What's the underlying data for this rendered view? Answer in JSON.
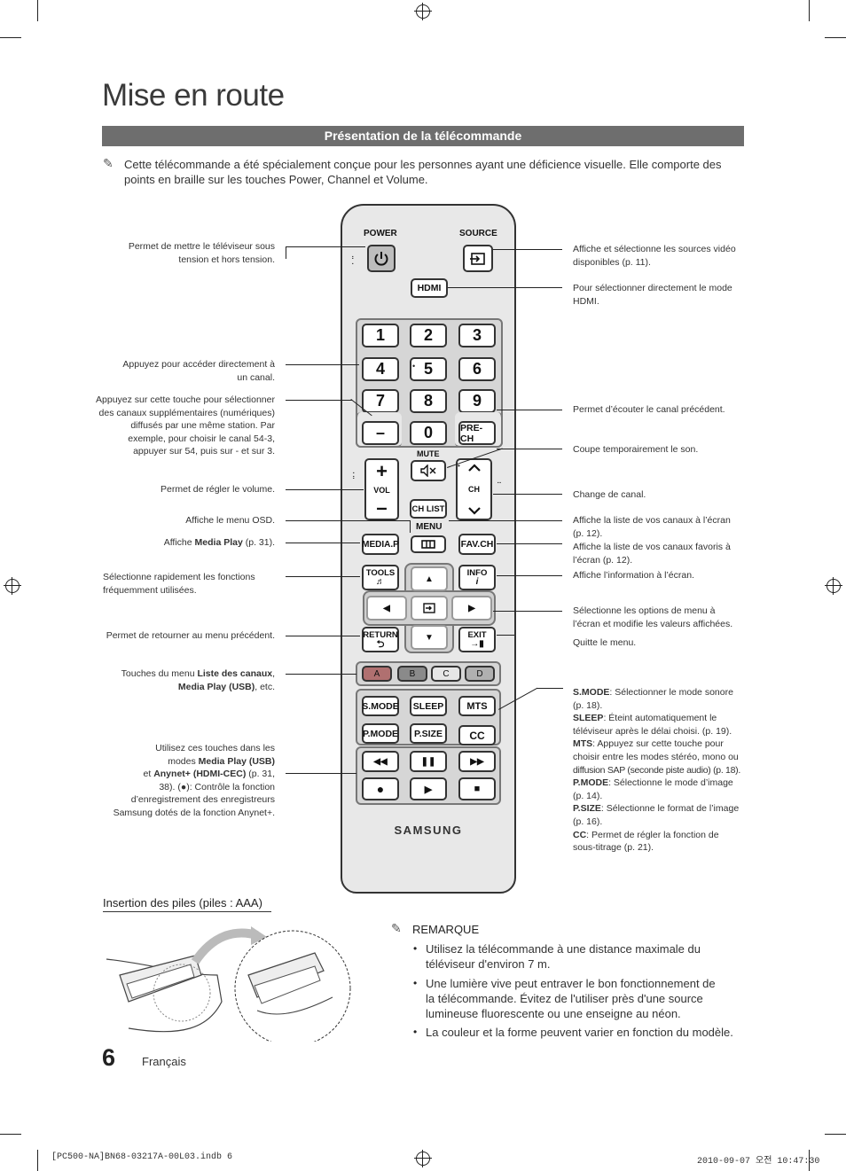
{
  "title": "Mise en route",
  "section": "Présentation de la télécommande",
  "intro": "Cette télécommande a été spécialement conçue pour les personnes ayant une déficience visuelle. Elle comporte des points en braille sur les touches Power, Channel et Volume.",
  "left_labels": {
    "power": [
      "Permet de mettre le téléviseur sous",
      "tension et hors tension."
    ],
    "numbers": [
      "Appuyez pour accéder directement à",
      "un canal."
    ],
    "dash": [
      "Appuyez sur cette touche pour sélectionner",
      "des canaux supplémentaires (numériques)",
      "diffusés par une même station. Par",
      "exemple, pour choisir le canal 54-3,",
      "appuyer sur 54, puis sur - et sur 3."
    ],
    "volume": "Permet de régler le volume.",
    "menu": "Affiche le menu OSD.",
    "mediap_pre": "Affiche ",
    "mediap_bold": "Media Play",
    "mediap_post": " (p. 31).",
    "tools": [
      "Sélectionne rapidement les fonctions",
      "fréquemment utilisées."
    ],
    "return": "Permet de retourner au menu précédent.",
    "abcd_pre": "Touches du menu ",
    "abcd_bold1": "Liste des canaux",
    "abcd_mid": ",",
    "abcd_bold2": "Media Play (USB)",
    "abcd_post": ", etc.",
    "playback_l1": "Utilisez ces touches dans les",
    "playback_l2_pre": "modes ",
    "playback_l2_bold": "Media Play (USB)",
    "playback_l3_pre": "et ",
    "playback_l3_bold": "Anynet+ (HDMI-CEC)",
    "playback_l3_post": " (p. 31,",
    "playback_l4": "38). (●): Contrôle la fonction",
    "playback_l5": "d’enregistrement des enregistreurs",
    "playback_l6": "Samsung dotés de la fonction Anynet+."
  },
  "right_labels": {
    "source": [
      "Affiche et sélectionne les sources vidéo",
      "disponibles (p. 11)."
    ],
    "hdmi": [
      "Pour sélectionner directement le mode",
      "HDMI."
    ],
    "prech": "Permet d’écouter le canal précédent.",
    "mute": "Coupe temporairement le son.",
    "ch": "Change de canal.",
    "chlist": [
      "Affiche la liste de vos canaux à l’écran",
      "(p. 12)."
    ],
    "favch": [
      "Affiche la liste de vos canaux favoris à",
      "l’écran (p. 12)."
    ],
    "info": "Affiche l’information à l’écran.",
    "enter": [
      "Sélectionne les options de menu à",
      "l’écran et modifie les valeurs affichées."
    ],
    "exit": "Quitte le menu.",
    "smode_b": "S.MODE",
    "smode_t": ": Sélectionner le mode sonore",
    "smode_t2": "(p. 18).",
    "sleep_b": "SLEEP",
    "sleep_t": ": Éteint automatiquement le",
    "sleep_t2": "téléviseur après le délai choisi. (p. 19).",
    "mts_b": "MTS",
    "mts_t": ": Appuyez sur cette touche pour",
    "mts_t2": "choisir entre les modes stéréo, mono ou",
    "mts_t3": "diffusion SAP (seconde piste audio) (p. 18).",
    "pmode_b": "P.MODE",
    "pmode_t": ": Sélectionne le mode d’image",
    "pmode_t2": "(p. 14).",
    "psize_b": "P.SIZE",
    "psize_t": ": Sélectionne le format de l’image",
    "psize_t2": "(p. 16).",
    "cc_b": "CC",
    "cc_t": ": Permet de régler la fonction de",
    "cc_t2": "sous-titrage (p. 21)."
  },
  "remote": {
    "power": "POWER",
    "source": "SOURCE",
    "hdmi": "HDMI",
    "digits": [
      "1",
      "2",
      "3",
      "4",
      "5",
      "6",
      "7",
      "8",
      "9",
      "0"
    ],
    "dash": "–",
    "prech": "PRE-CH",
    "mute": "MUTE",
    "vol": "VOL",
    "ch": "CH",
    "chlist": "CH LIST",
    "menu": "MENU",
    "mediap": "MEDIA.P",
    "favch": "FAV.CH",
    "tools": "TOOLS",
    "info": "INFO",
    "return": "RETURN",
    "exit": "EXIT",
    "colors": [
      "A",
      "B",
      "C",
      "D"
    ],
    "color_hex": [
      "#b07070",
      "#8a8a8a",
      "#e6e6e6",
      "#b0b0b0"
    ],
    "smode": "S.MODE",
    "sleep": "SLEEP",
    "mts": "MTS",
    "pmode": "P.MODE",
    "psize": "P.SIZE",
    "cc": "CC",
    "brand": "SAMSUNG"
  },
  "battery_heading": "Insertion des piles (piles : AAA)",
  "note": {
    "heading": "REMARQUE",
    "items": [
      [
        "Utilisez la télécommande à une distance maximale du",
        "téléviseur d'environ 7 m."
      ],
      [
        "Une lumière vive peut entraver le bon fonctionnement de",
        "la télécommande. Évitez de l'utiliser près d'une source",
        "lumineuse fluorescente ou une enseigne au néon."
      ],
      [
        "La couleur et la forme peuvent varier en fonction du modèle."
      ]
    ]
  },
  "page_number": "6",
  "language": "Français",
  "footer_left": "[PC500-NA]BN68-03217A-00L03.indb   6",
  "footer_right": "2010-09-07   오전 10:47:30"
}
